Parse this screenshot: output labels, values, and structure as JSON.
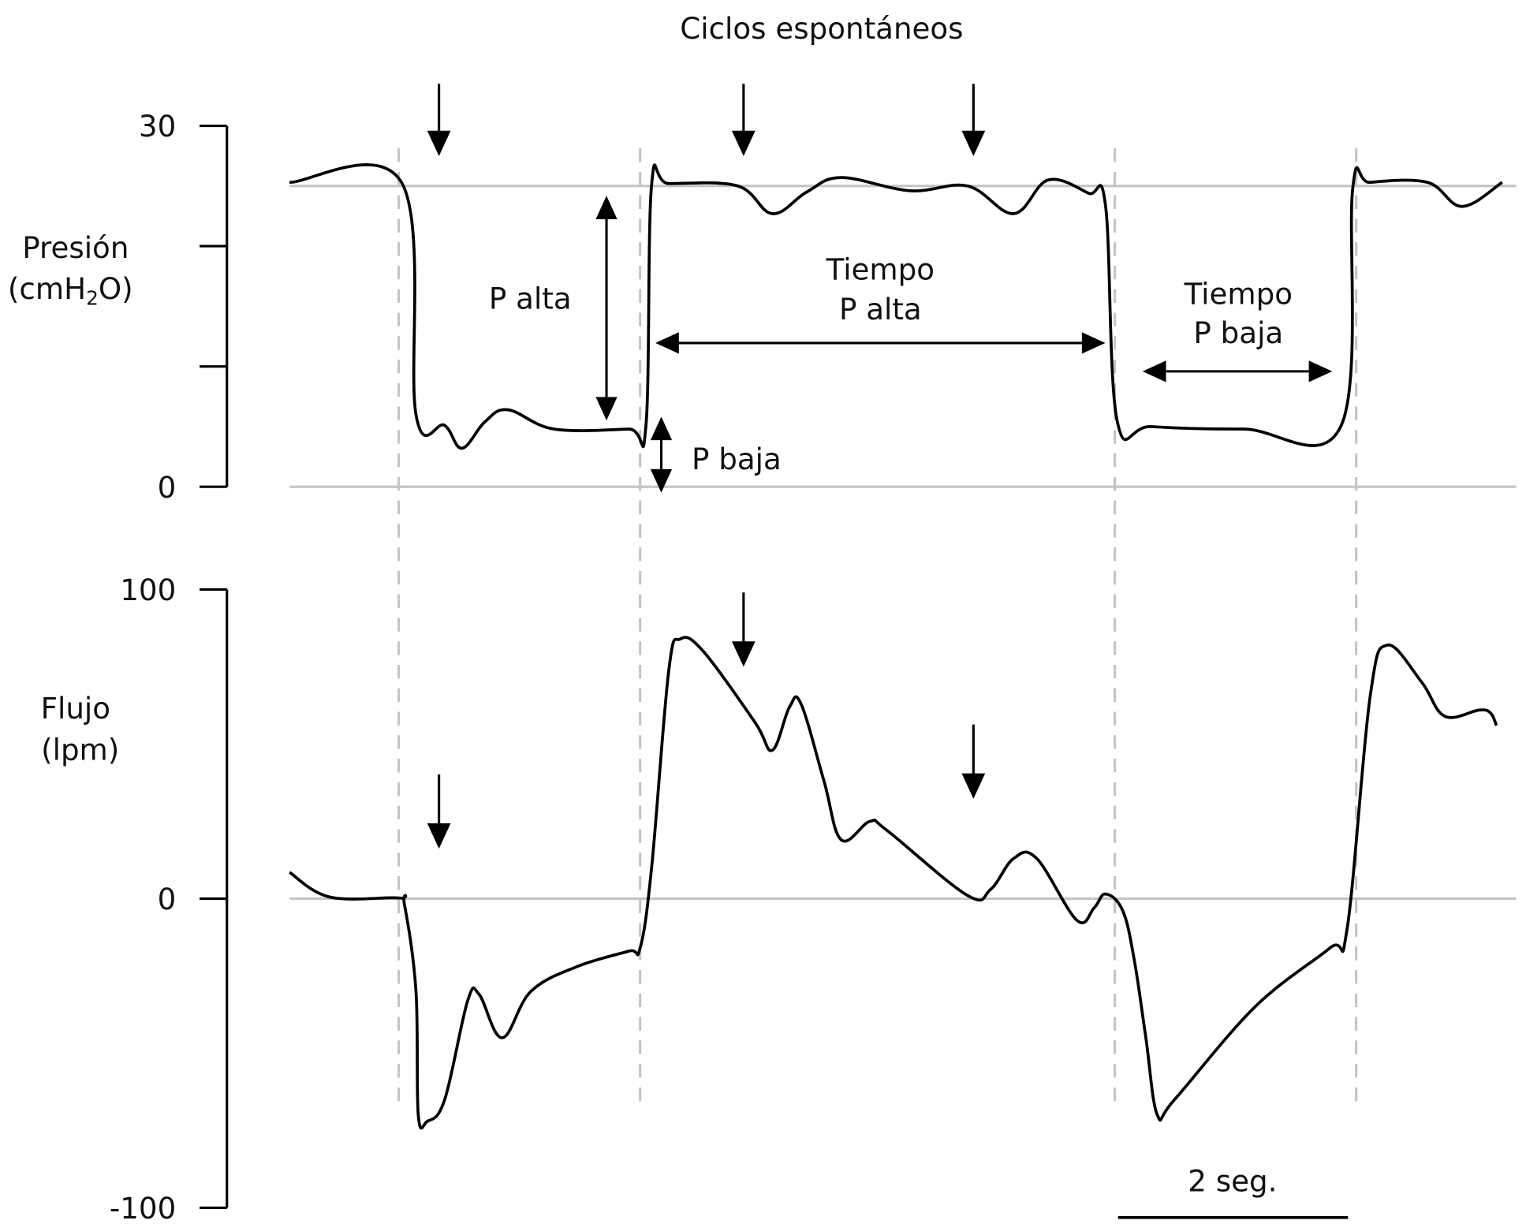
{
  "chart_data": [
    {
      "type": "line",
      "title": "Ciclos espontáneos",
      "ylabel": "Presión (cmH2O)",
      "ylabel_lines": [
        "Presión",
        "(cmH",
        "2",
        "O)"
      ],
      "xlabel": "",
      "ylim": [
        0,
        30
      ],
      "yticks": [
        0,
        10,
        20,
        30
      ],
      "ytick_labels": [
        "0",
        "",
        "",
        "30"
      ],
      "grid_y": [
        0,
        25
      ],
      "x_unit": "s",
      "series": [
        {
          "name": "Presión",
          "points": [
            [
              0,
              25.3
            ],
            [
              0.98,
              25.2
            ],
            [
              1.1,
              6.0
            ],
            [
              1.35,
              5.1
            ],
            [
              1.5,
              3.2
            ],
            [
              1.7,
              5.4
            ],
            [
              1.9,
              6.4
            ],
            [
              2.3,
              4.8
            ],
            [
              2.95,
              4.8
            ],
            [
              3.1,
              5.0
            ],
            [
              3.15,
              25.1
            ],
            [
              3.3,
              25.2
            ],
            [
              3.9,
              25.0
            ],
            [
              4.2,
              22.7
            ],
            [
              4.5,
              24.5
            ],
            [
              4.8,
              25.7
            ],
            [
              5.4,
              24.6
            ],
            [
              5.9,
              25.0
            ],
            [
              6.3,
              22.7
            ],
            [
              6.6,
              25.5
            ],
            [
              6.95,
              24.4
            ],
            [
              7.1,
              23.3
            ],
            [
              7.2,
              5.5
            ],
            [
              7.5,
              5.0
            ],
            [
              8.3,
              4.8
            ],
            [
              9.15,
              5.1
            ],
            [
              9.25,
              24.8
            ],
            [
              9.4,
              25.3
            ],
            [
              9.9,
              25.3
            ],
            [
              10.2,
              23.3
            ],
            [
              10.55,
              25.3
            ]
          ]
        }
      ],
      "annotations": [
        {
          "text": "P alta",
          "type": "double-arrow-vertical",
          "from": 4.7,
          "to": 25.0
        },
        {
          "text": "P baja",
          "type": "double-arrow-vertical",
          "from": 0,
          "to": 5.5
        },
        {
          "text": "Tiempo P alta",
          "type": "double-arrow-horizontal",
          "from_s": 3.2,
          "to_s": 7.1
        },
        {
          "text": "Tiempo P baja",
          "type": "double-arrow-horizontal",
          "from_s": 7.4,
          "to_s": 9.1
        }
      ],
      "spontaneous_cycle_arrows_s": [
        1.3,
        3.95,
        5.95
      ]
    },
    {
      "type": "line",
      "ylabel": "Flujo (lpm)",
      "ylabel_lines": [
        "Flujo",
        "(lpm)"
      ],
      "xlabel": "",
      "ylim": [
        -100,
        100
      ],
      "yticks": [
        -100,
        0,
        100
      ],
      "ytick_labels": [
        "-100",
        "0",
        "100"
      ],
      "grid_y": [
        0
      ],
      "x_unit": "s",
      "series": [
        {
          "name": "Flujo",
          "points": [
            [
              0,
              8.5
            ],
            [
              0.35,
              0.5
            ],
            [
              0.95,
              0.2
            ],
            [
              1.0,
              -2
            ],
            [
              1.1,
              -30
            ],
            [
              1.12,
              -70
            ],
            [
              1.2,
              -72
            ],
            [
              1.35,
              -65
            ],
            [
              1.55,
              -33
            ],
            [
              1.65,
              -31
            ],
            [
              1.85,
              -45
            ],
            [
              2.1,
              -30
            ],
            [
              2.5,
              -22
            ],
            [
              2.95,
              -17
            ],
            [
              3.05,
              -16
            ],
            [
              3.15,
              10
            ],
            [
              3.3,
              74
            ],
            [
              3.4,
              84
            ],
            [
              3.6,
              80
            ],
            [
              4.05,
              57
            ],
            [
              4.2,
              48
            ],
            [
              4.35,
              62
            ],
            [
              4.45,
              63
            ],
            [
              4.65,
              38
            ],
            [
              4.8,
              19
            ],
            [
              5.05,
              25
            ],
            [
              5.2,
              22
            ],
            [
              5.9,
              1
            ],
            [
              6.1,
              3
            ],
            [
              6.3,
              13
            ],
            [
              6.5,
              13
            ],
            [
              6.85,
              -7
            ],
            [
              7.0,
              -3
            ],
            [
              7.1,
              1.5
            ],
            [
              7.25,
              -4
            ],
            [
              7.35,
              -20
            ],
            [
              7.45,
              -45
            ],
            [
              7.55,
              -70
            ],
            [
              7.7,
              -65
            ],
            [
              8.4,
              -35
            ],
            [
              9.05,
              -16
            ],
            [
              9.2,
              -10
            ],
            [
              9.4,
              65
            ],
            [
              9.55,
              82
            ],
            [
              9.85,
              70
            ],
            [
              10.05,
              59
            ],
            [
              10.35,
              61
            ],
            [
              10.45,
              60
            ],
            [
              10.5,
              56
            ]
          ]
        }
      ],
      "spontaneous_cycle_arrows_s": [
        1.3,
        3.95,
        5.95
      ]
    }
  ],
  "scale_bar": {
    "label": "2 seg.",
    "value_s": 2
  },
  "phase_boundaries_s": [
    0.95,
    3.05,
    7.18,
    9.28
  ]
}
